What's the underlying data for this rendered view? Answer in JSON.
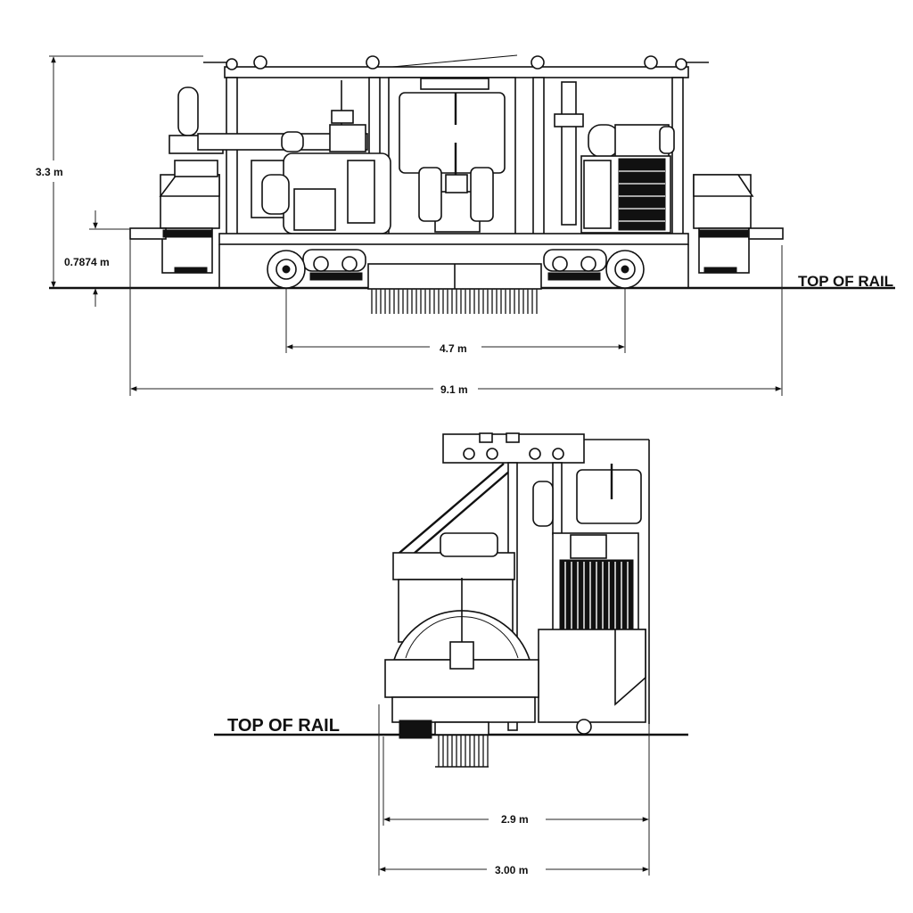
{
  "side_view": {
    "height_label": "3.3 m",
    "step_height_label": "0.7874 m",
    "wheelbase_label": "4.7 m",
    "overall_length_label": "9.1 m",
    "rail_label": "TOP OF RAIL"
  },
  "end_view": {
    "rail_label": "TOP OF RAIL",
    "inner_width_label": "2.9 m",
    "outer_width_label": "3.00 m"
  }
}
